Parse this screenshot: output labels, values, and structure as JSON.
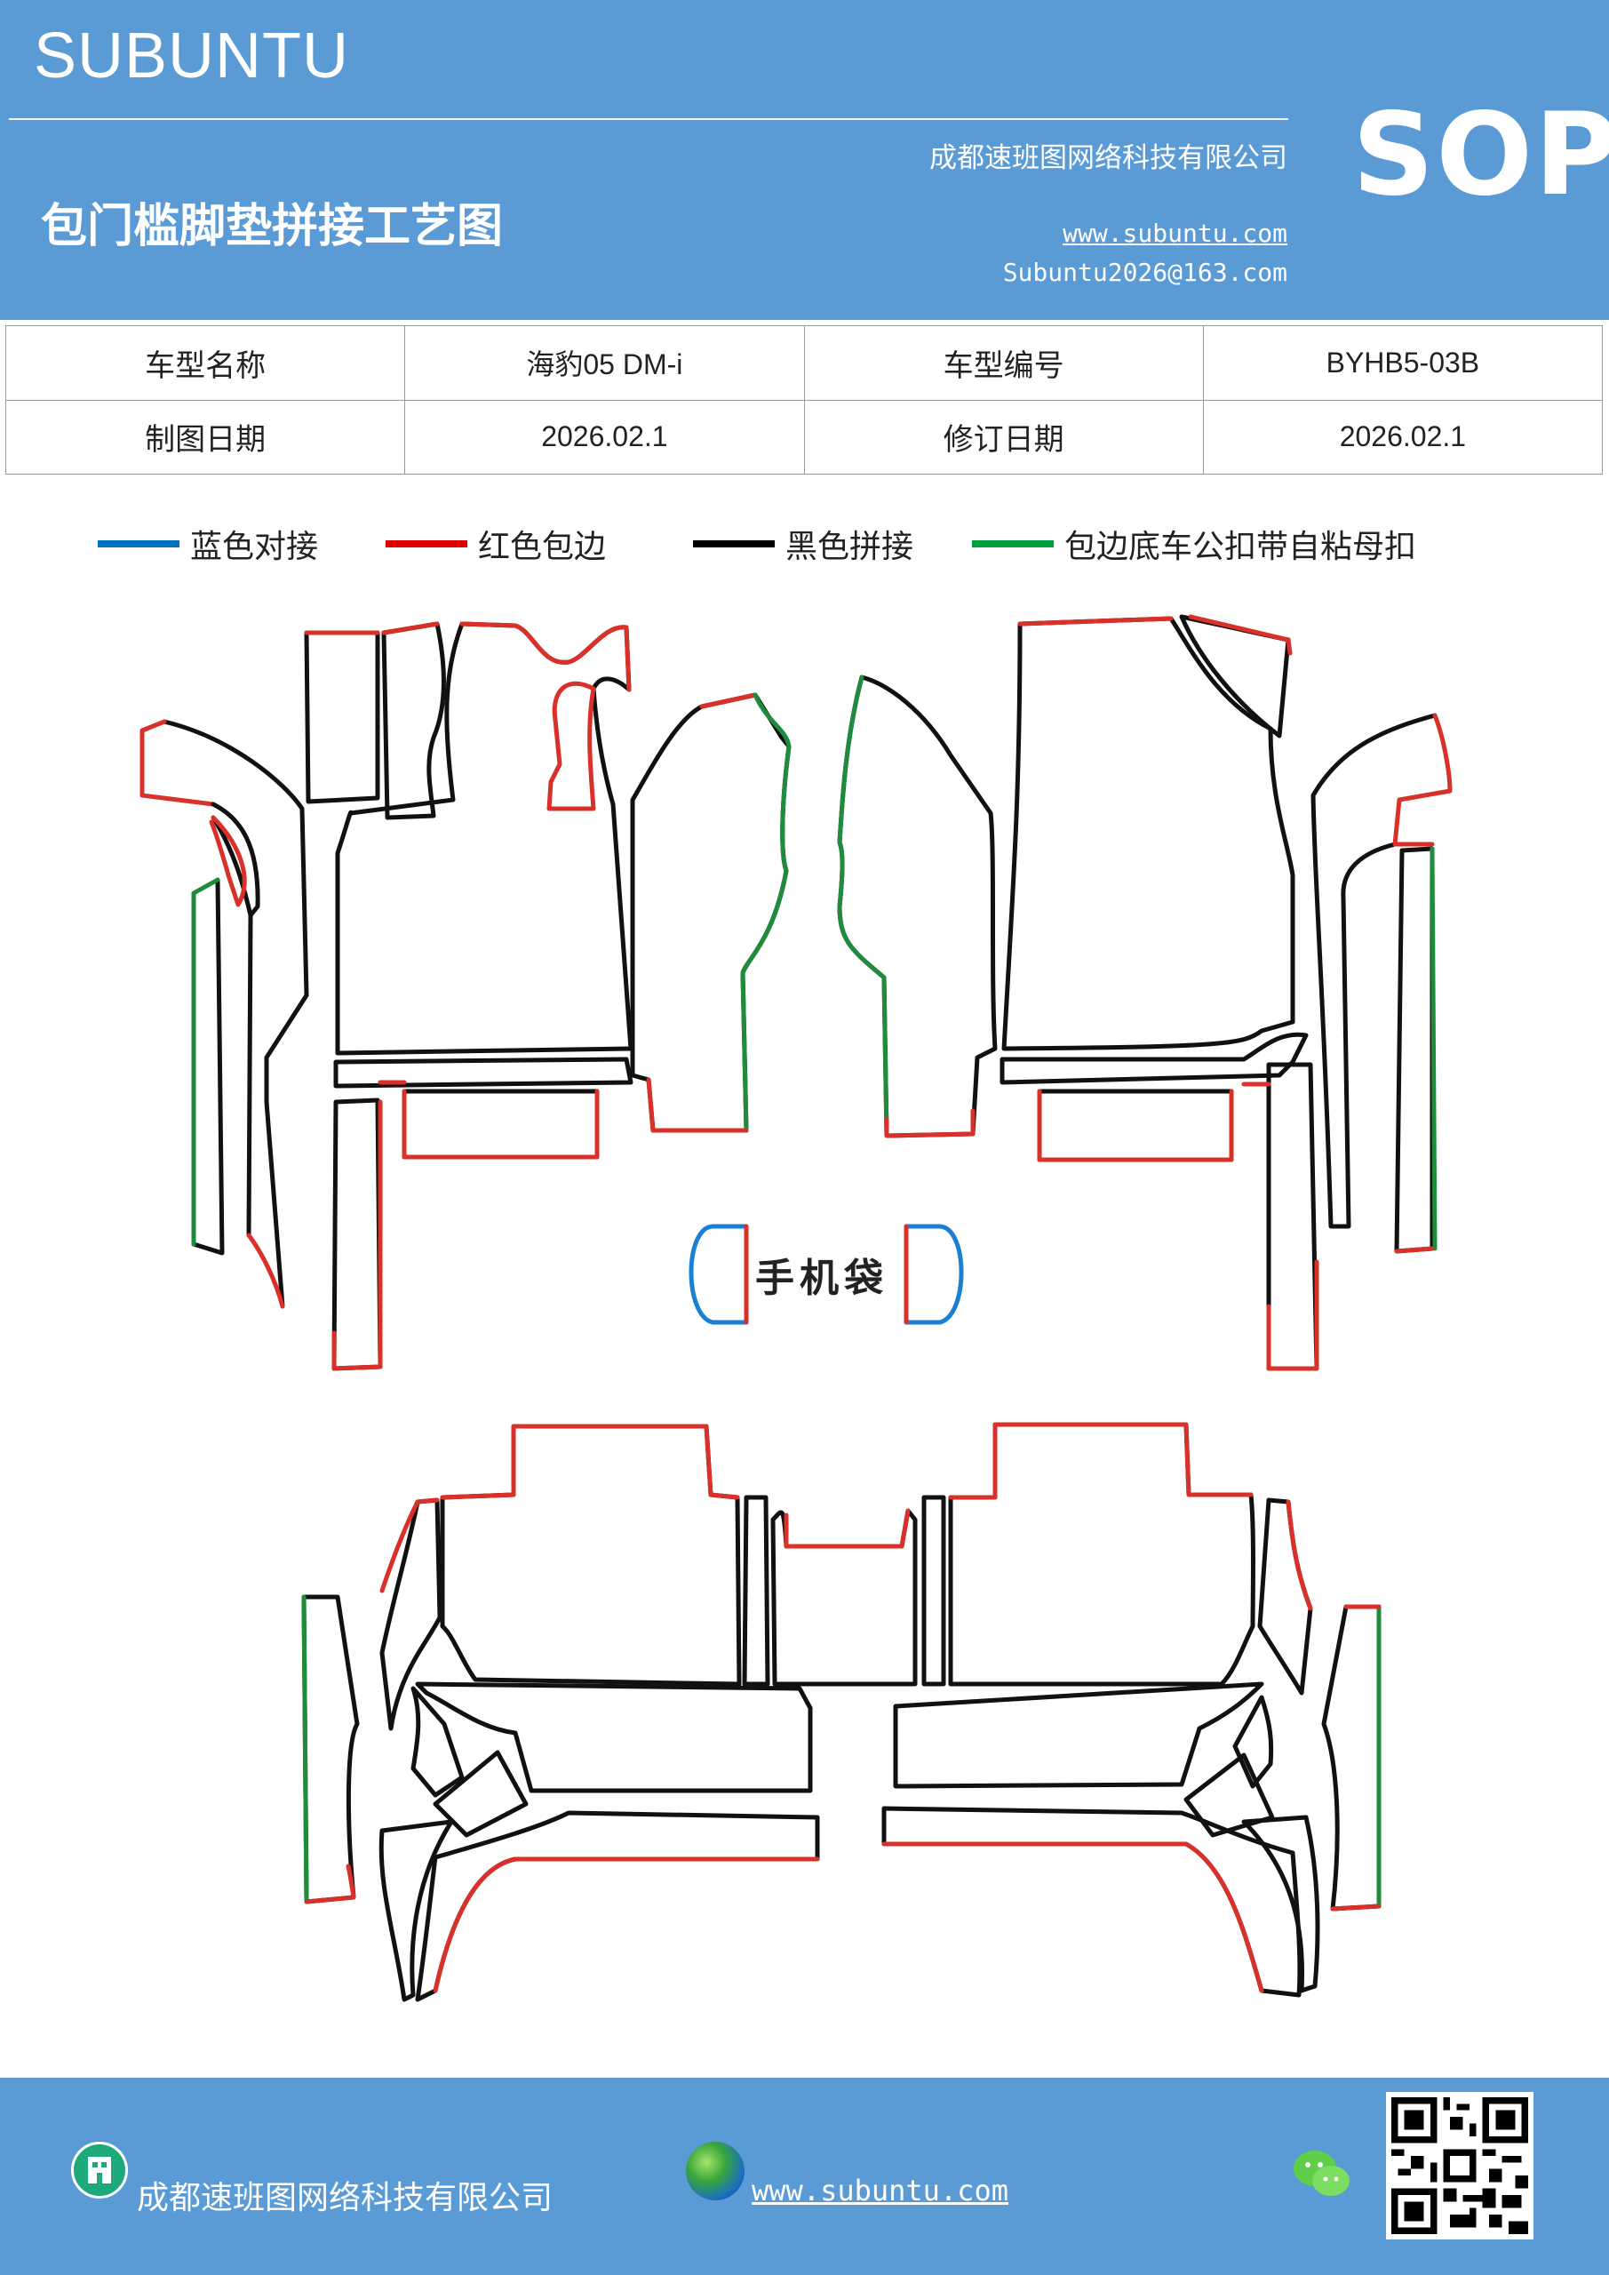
{
  "header": {
    "brand": "SUBUNTU",
    "company": "成都速班图网络科技有限公司",
    "title": "包门槛脚垫拼接工艺图",
    "website": "www.subuntu.com",
    "email": "Subuntu2026@163.com",
    "sop": "SOP"
  },
  "info": {
    "model_name_label": "车型名称",
    "model_name_value": "海豹05  DM-i",
    "model_code_label": "车型编号",
    "model_code_value": "BYHB5-03B",
    "draw_date_label": "制图日期",
    "draw_date_value": "2026.02.1",
    "revise_date_label": "修订日期",
    "revise_date_value": "2026.02.1"
  },
  "legend": [
    {
      "label": "蓝色对接",
      "color": "#0070c0"
    },
    {
      "label": "红色包边",
      "color": "#e00000"
    },
    {
      "label": "黑色拼接",
      "color": "#000000"
    },
    {
      "label": "包边底车公扣带自粘母扣",
      "color": "#00a040"
    }
  ],
  "diagram": {
    "phone_bag_label": "手机袋",
    "colors": {
      "blue": "#1b7fd4",
      "red": "#d9302a",
      "black": "#111111",
      "green": "#1e8c3a"
    }
  },
  "footer": {
    "company": "成都速班图网络科技有限公司",
    "website": "www.subuntu.com",
    "company_icon": "building-icon",
    "globe_icon": "globe-icon",
    "wechat_icon": "wechat-icon",
    "qr_icon": "qr-code-icon"
  }
}
